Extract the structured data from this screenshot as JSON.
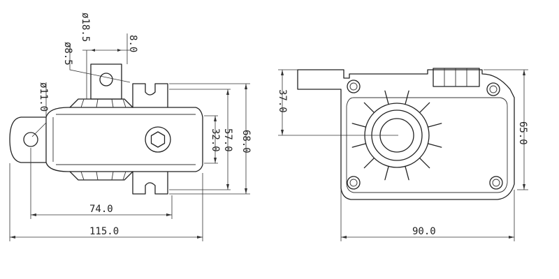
{
  "dimensions": {
    "d18_5": "ø18.5",
    "d8_0": "8.0",
    "d8_5": "ø8.5",
    "d11_0": "ø11.0",
    "d57_0": "57.0",
    "d32_0": "32.0",
    "d68_0": "68.0",
    "d74_0": "74.0",
    "d115_0": "115.0",
    "d37_0": "37.0",
    "d65_0": "65.0",
    "d90_0": "90.0"
  }
}
